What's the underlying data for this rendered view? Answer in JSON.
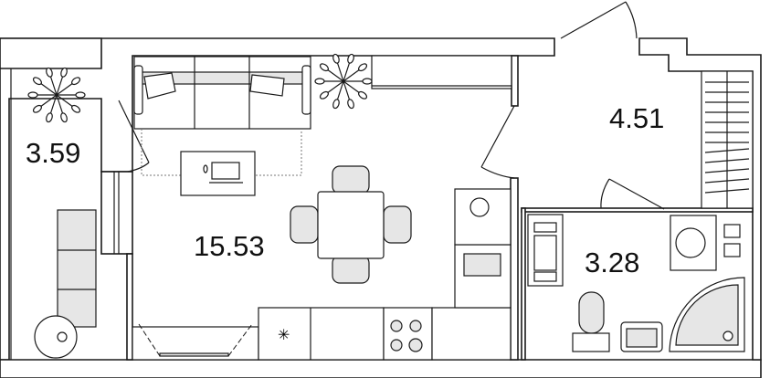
{
  "plan": {
    "rooms": [
      {
        "id": "balcony",
        "area": "3.59"
      },
      {
        "id": "living-room",
        "area": "15.53"
      },
      {
        "id": "hallway",
        "area": "4.51"
      },
      {
        "id": "bathroom",
        "area": "3.28"
      }
    ]
  },
  "colors": {
    "wall": "#1a1a1a",
    "fill": "#e6e6e6",
    "background": "#ffffff"
  }
}
